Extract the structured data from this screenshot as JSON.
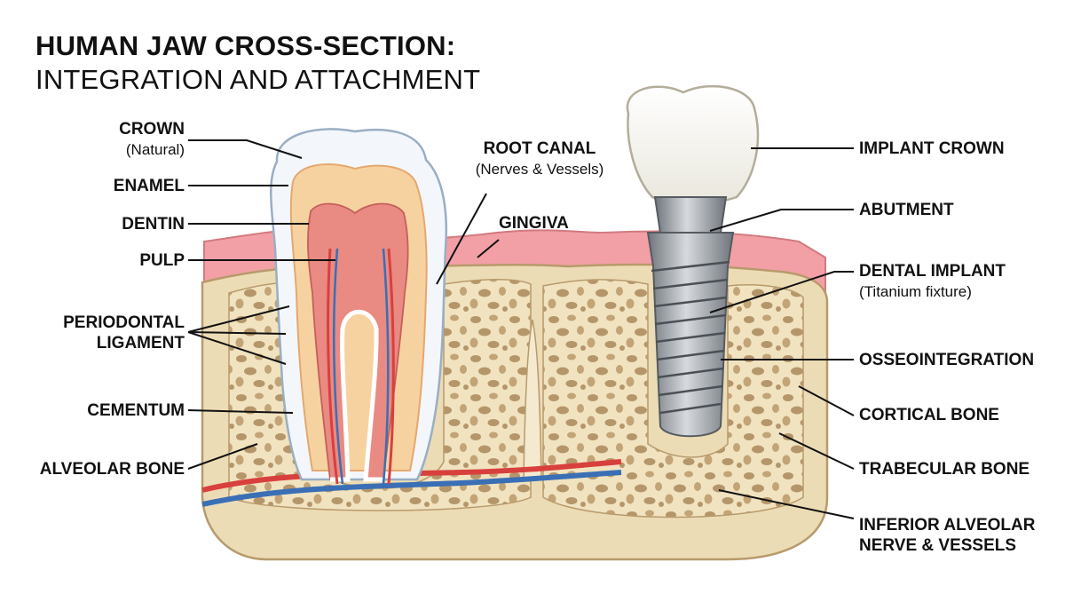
{
  "title": {
    "line1": "HUMAN JAW CROSS-SECTION:",
    "line2": "INTEGRATION AND ATTACHMENT"
  },
  "labels": {
    "crown": {
      "name": "CROWN",
      "note": "(Natural)"
    },
    "enamel": "ENAMEL",
    "dentin": "DENTIN",
    "pulp": "PULP",
    "periodontal": {
      "line1": "PERIODONTAL",
      "line2": "LIGAMENT"
    },
    "cementum": "CEMENTUM",
    "alveolar": "ALVEOLAR BONE",
    "root_canal": {
      "name": "ROOT CANAL",
      "note": "(Nerves & Vessels)"
    },
    "gingiva": "GINGIVA",
    "implant_crown": "IMPLANT CROWN",
    "abutment": "ABUTMENT",
    "dental_implant": {
      "name": "DENTAL IMPLANT",
      "note": "(Titanium fixture)"
    },
    "osseo": "OSSEOINTEGRATION",
    "cortical": "CORTICAL BONE",
    "trabecular": "TRABECULAR BONE",
    "nerve": {
      "line1": "INFERIOR ALVEOLAR",
      "line2": "NERVE & VESSELS"
    }
  },
  "colors": {
    "gum": "#f2a0a6",
    "bone": "#ecdcb5",
    "bone_dark": "#b89a6c",
    "enamel": "#f3f7fb",
    "dentin": "#f7d2a1",
    "pulp": "#e98a83",
    "artery": "#d8403d",
    "vein": "#3a6fb5",
    "titanium": "#9aa0a6"
  }
}
